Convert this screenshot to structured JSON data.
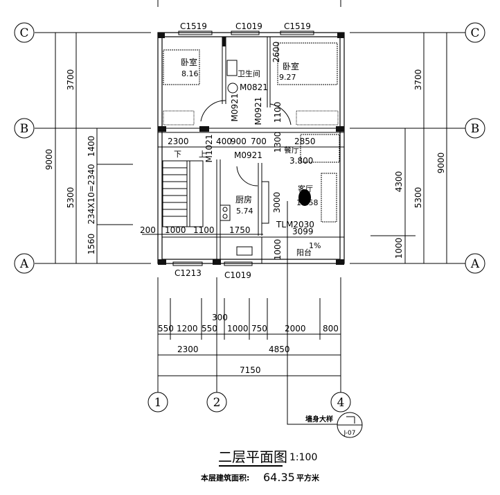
{
  "axes": {
    "rows": [
      "C",
      "B",
      "A"
    ],
    "cols": [
      "1",
      "2",
      "4"
    ]
  },
  "windows": {
    "top_left": "C1519",
    "top_mid": "C1019",
    "top_right": "C1519",
    "bottom_left": "C1213",
    "bottom_mid": "C1019"
  },
  "rooms": {
    "bedroom1": {
      "name": "卧室",
      "area": "8.16"
    },
    "bathroom": {
      "name": "卫生间",
      "door": "M0821"
    },
    "bedroom2": {
      "name": "卧室",
      "area": "9.27"
    },
    "kitchen": {
      "name": "厨房",
      "area": "5.74"
    },
    "dining": {
      "name": "餐厅",
      "level": "3.800"
    },
    "living": {
      "name": "客厅",
      "area": "19.58"
    },
    "balcony": {
      "name": "阳台",
      "slope": "1%"
    },
    "stairs": {
      "down": "下",
      "up": "上"
    }
  },
  "doors": {
    "d1": "M0921",
    "d2": "M0921",
    "d3": "M1021",
    "d4": "M0921",
    "sliding": "TLM2030",
    "sliding_sub": "3099"
  },
  "inner_dims": {
    "closet": "2600",
    "d1100": "1100",
    "r2300": "2300",
    "r400": "400",
    "r900": "900",
    "r700": "700",
    "r1300": "1300",
    "r2850": "2850",
    "r3000": "3000",
    "b200": "200",
    "b1000": "1000",
    "b1100": "1100",
    "b1750": "1750",
    "v1000": "1000"
  },
  "left_dims": {
    "total": "9000",
    "cb": "3700",
    "ba": "5300",
    "s1": "1400",
    "s2": "234X10=2340",
    "s3": "1560"
  },
  "right_dims": {
    "total": "9000",
    "cb": "3700",
    "ba": "5300",
    "r1": "4300",
    "r2": "1000"
  },
  "bottom_dims": {
    "row1": [
      "550",
      "1200",
      "550",
      "1000",
      "750",
      "2000",
      "800"
    ],
    "small": "300",
    "row2": [
      "2300",
      "4850"
    ],
    "total": "7150"
  },
  "detail_ref": {
    "label": "墙身大样",
    "sheet": "J-07"
  },
  "title": {
    "name": "二层平面图",
    "scale": "1:100",
    "area_label": "本层建筑面积:",
    "area_value": "64.35",
    "area_unit": "平方米"
  }
}
